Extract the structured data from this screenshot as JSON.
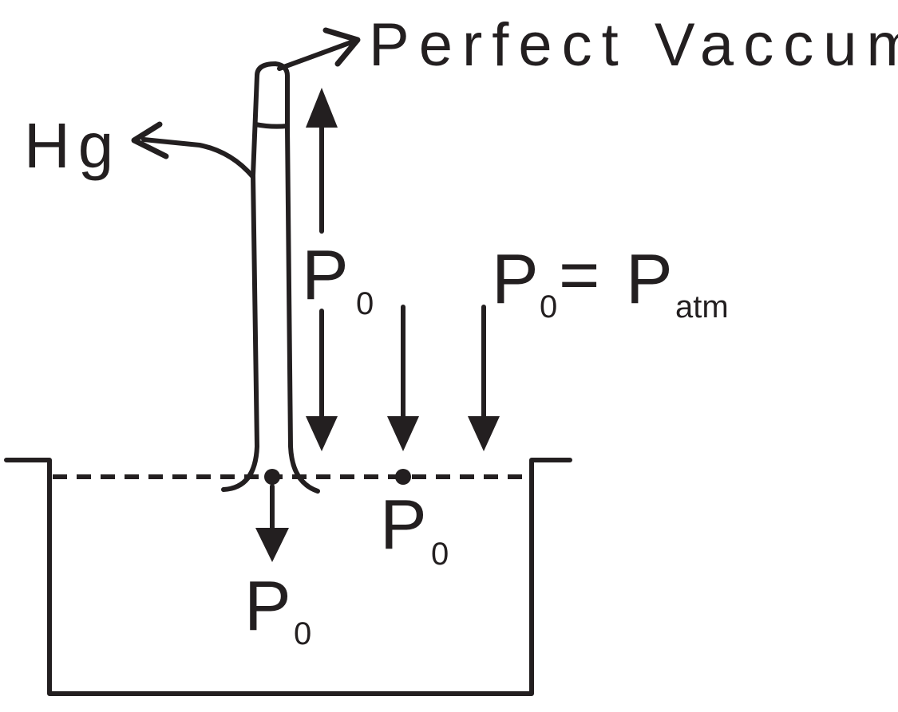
{
  "labels": {
    "perfect_vacuum": "Perfect Vaccum",
    "mercury": "Hg",
    "pressure_symbol": "P",
    "subscript_zero": "0",
    "equals": "=",
    "atm_subscript": "atm"
  },
  "colors": {
    "ink": "#231f20",
    "background": "#ffffff"
  }
}
